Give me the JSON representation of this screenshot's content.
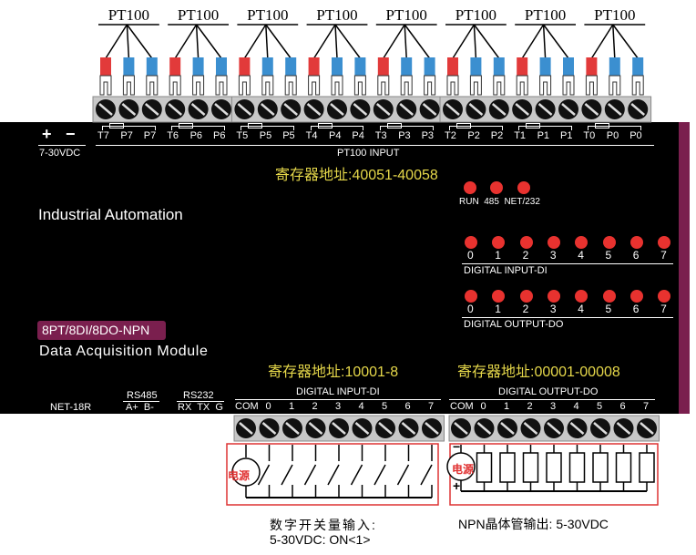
{
  "module": {
    "brand": "Industrial Automation",
    "model_badge": "8PT/8DI/8DO-NPN",
    "subtitle": "Data Acquisition Module",
    "model_number": "NET-18R",
    "body_color": "#000000",
    "side_stripe_color": "#7a1f4e",
    "badge_color": "#7a1f4e"
  },
  "power": {
    "plus": "+",
    "minus": "−",
    "voltage": "7-30VDC"
  },
  "pt100": {
    "sensor_label": "PT100",
    "section_label": "PT100 INPUT",
    "register_label": "寄存器地址:40051-40058",
    "channels": [
      {
        "t": "T7",
        "p1": "P7",
        "p2": "P7"
      },
      {
        "t": "T6",
        "p1": "P6",
        "p2": "P6"
      },
      {
        "t": "T5",
        "p1": "P5",
        "p2": "P5"
      },
      {
        "t": "T4",
        "p1": "P4",
        "p2": "P4"
      },
      {
        "t": "T3",
        "p1": "P3",
        "p2": "P3"
      },
      {
        "t": "T2",
        "p1": "P2",
        "p2": "P2"
      },
      {
        "t": "T1",
        "p1": "P1",
        "p2": "P1"
      },
      {
        "t": "T0",
        "p1": "P0",
        "p2": "P0"
      }
    ],
    "red_lug_color": "#e23a3a",
    "blue_lug_color": "#3b8fd0"
  },
  "status_leds": {
    "labels": [
      "RUN",
      "485",
      "NET/232"
    ],
    "color": "#e8322f"
  },
  "di_leds": {
    "labels": [
      "0",
      "1",
      "2",
      "3",
      "4",
      "5",
      "6",
      "7"
    ],
    "caption": "DIGITAL INPUT-DI"
  },
  "do_leds": {
    "labels": [
      "0",
      "1",
      "2",
      "3",
      "4",
      "5",
      "6",
      "7"
    ],
    "caption": "DIGITAL OUTPUT-DO"
  },
  "comm": {
    "rs485": {
      "title": "RS485",
      "pins": "A+  B-"
    },
    "rs232": {
      "title": "RS232",
      "pins": "RX  TX  G"
    }
  },
  "digital_input": {
    "register_label": "寄存器地址:10001-8",
    "section_label": "DIGITAL INPUT-DI",
    "terminals": [
      "COM",
      "0",
      "1",
      "2",
      "3",
      "4",
      "5",
      "6",
      "7"
    ],
    "power_label": "电源",
    "caption_line1": "数字开关量输入:",
    "caption_line2": "5-30VDC: ON<1>"
  },
  "digital_output": {
    "register_label": "寄存器地址:00001-00008",
    "section_label": "DIGITAL OUTPUT-DO",
    "terminals": [
      "COM",
      "0",
      "1",
      "2",
      "3",
      "4",
      "5",
      "6",
      "7"
    ],
    "power_label": "电源",
    "minus": "−",
    "plus": "+",
    "caption": "NPN晶体管输出: 5-30VDC"
  }
}
